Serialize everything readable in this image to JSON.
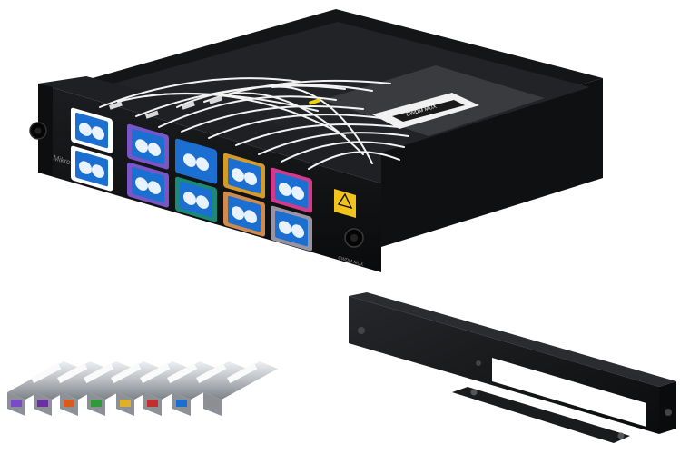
{
  "labels": {
    "brand_print": "MikroTik",
    "mux_label": "CWDM-MUX",
    "sticker_text": "CWDM MUX"
  },
  "colors": {
    "chassis": "#111214",
    "adapter_blue": "#1b6fd0",
    "port_rings": [
      "#ffffff",
      "#ffffff",
      "#ffffff",
      "#ffffff",
      "#ffffff",
      "#7a55c7",
      "#7a55c7",
      "#1a8a76",
      "#d49b2a",
      "#cf8a4e",
      "#d23a8a",
      "#9a93a0"
    ],
    "sfp_tabs": [
      "#7b4bc7",
      "#6b2fa0",
      "#d85a1e",
      "#2f9a3a",
      "#e0b028",
      "#c12f2f",
      "#1b6fd0",
      "#8e8e8e"
    ]
  },
  "scene": {
    "main_item": "fiber-mux-drawer",
    "accessories": [
      "sfp-module-set",
      "rack-mount-bracket"
    ]
  }
}
